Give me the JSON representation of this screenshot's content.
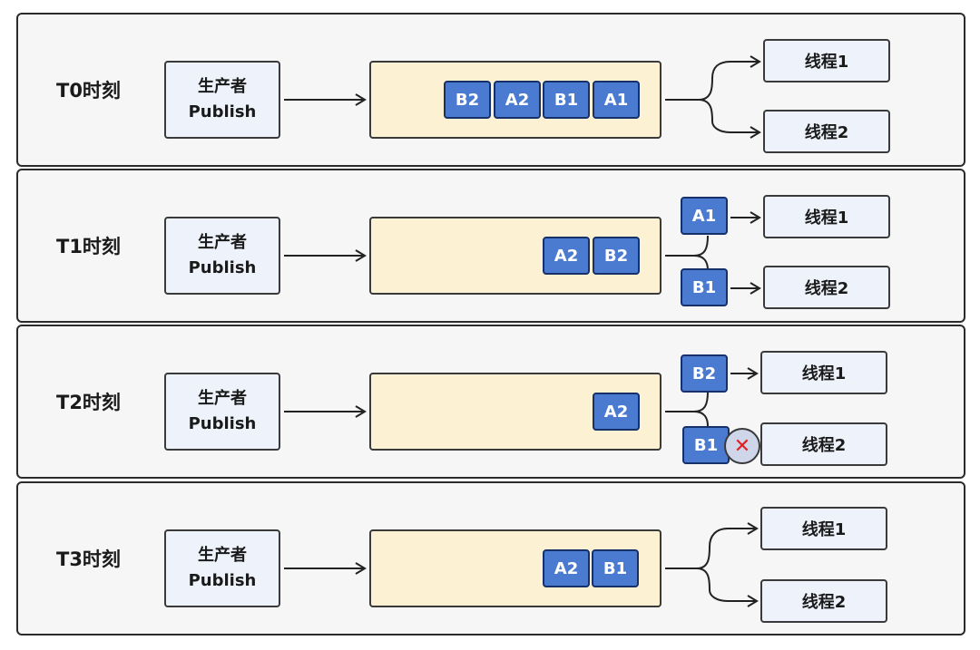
{
  "stages": [
    {
      "label": "T0时刻",
      "producer": {
        "line1": "生产者",
        "line2": "Publish"
      },
      "queue": [
        "B2",
        "A2",
        "B1",
        "A1"
      ],
      "threads": [
        "线程1",
        "线程2"
      ]
    },
    {
      "label": "T1时刻",
      "producer": {
        "line1": "生产者",
        "line2": "Publish"
      },
      "queue": [
        "A2",
        "B2"
      ],
      "dispatched": [
        "A1",
        "B1"
      ],
      "threads": [
        "线程1",
        "线程2"
      ]
    },
    {
      "label": "T2时刻",
      "producer": {
        "line1": "生产者",
        "line2": "Publish"
      },
      "queue": [
        "A2"
      ],
      "dispatched": [
        "B2",
        "B1"
      ],
      "failure_mark": "✕",
      "threads": [
        "线程1",
        "线程2"
      ]
    },
    {
      "label": "T3时刻",
      "producer": {
        "line1": "生产者",
        "line2": "Publish"
      },
      "queue": [
        "A2",
        "B1"
      ],
      "threads": [
        "线程1",
        "线程2"
      ]
    }
  ],
  "colors": {
    "message_fill": "#4a7bd0",
    "queue_fill": "#fdf1d3",
    "box_fill": "#eef3fb",
    "failure_x": "#e02020"
  }
}
